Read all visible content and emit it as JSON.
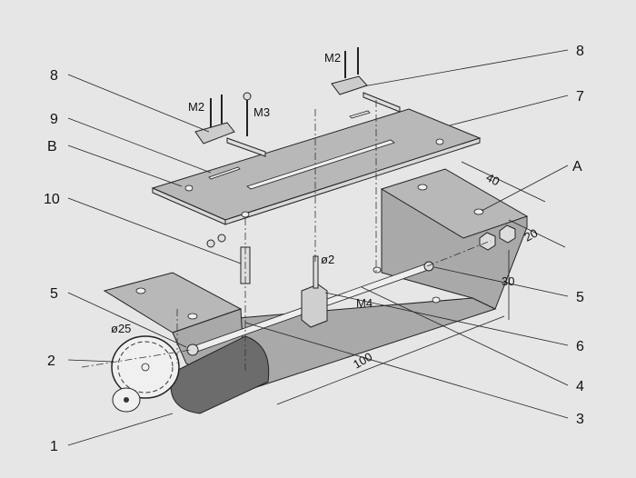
{
  "part_labels": {
    "left": [
      "8",
      "9",
      "B",
      "10",
      "5",
      "2",
      "1"
    ],
    "right": [
      "8",
      "7",
      "A",
      "5",
      "6",
      "4",
      "3"
    ]
  },
  "annotations": {
    "screw_m2_left": "M2",
    "screw_m3": "M3",
    "screw_m2_right": "M2",
    "thread_m4": "M4",
    "pin_diameter": "ø2",
    "wheel_diameter": "ø25"
  },
  "dimensions": {
    "width": "40",
    "offset": "20",
    "height": "30",
    "length": "100"
  }
}
